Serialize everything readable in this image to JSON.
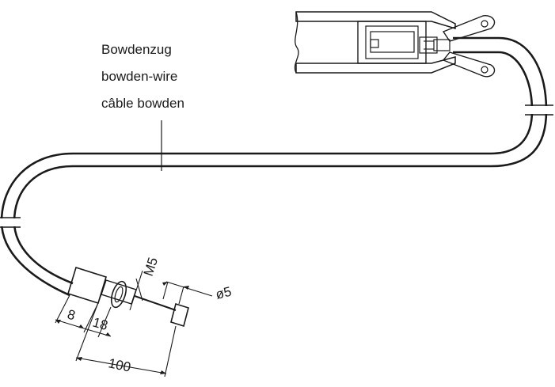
{
  "cable_labels": {
    "german": "Bowdenzug",
    "english": "bowden-wire",
    "french": "câble bowden"
  },
  "dimensions": {
    "thread": "M5",
    "diameter": "ø5",
    "nut_length": "8",
    "sleeve_length": "18",
    "total_length": "100"
  }
}
